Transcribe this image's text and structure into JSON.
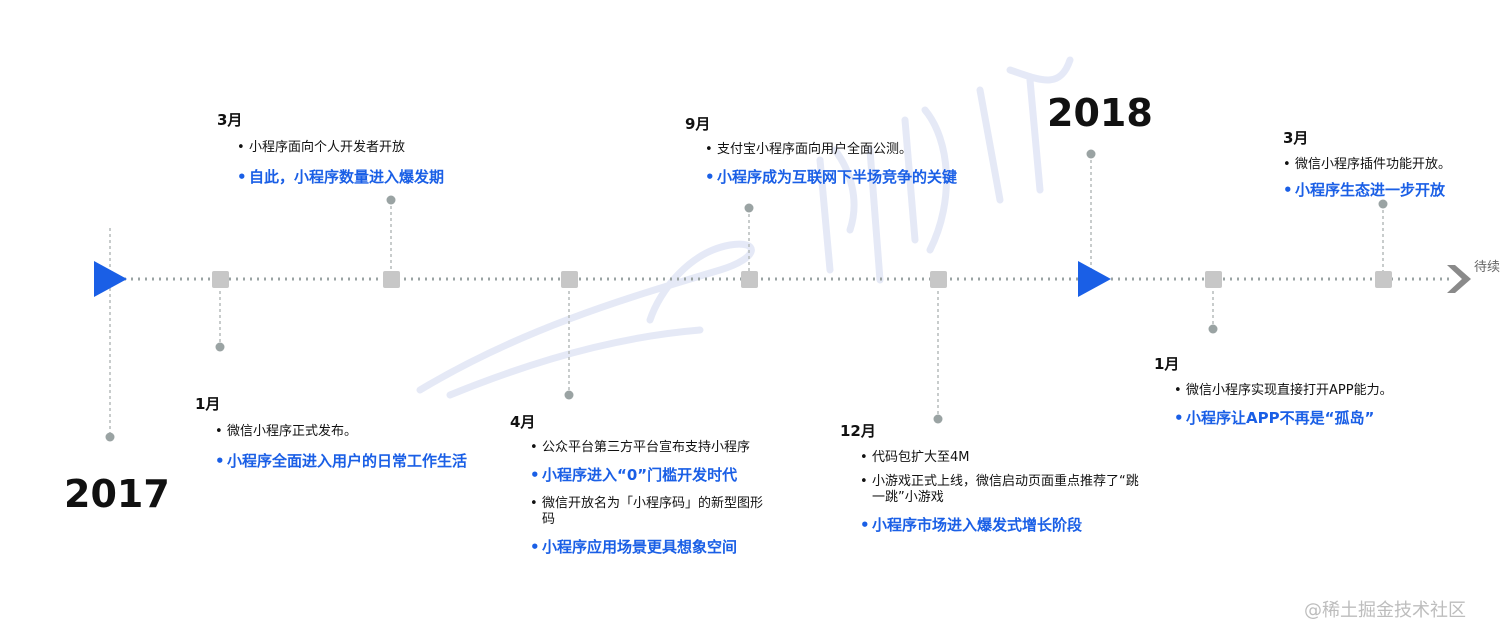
{
  "timeline": {
    "accent_color": "#1a5fe6",
    "line_color": "#9aa3a3",
    "node_color": "#c7c7c7",
    "to_be_continued": "待续"
  },
  "years": [
    "2017",
    "2018"
  ],
  "events": [
    {
      "month": "1月",
      "bullets": [
        {
          "text": "微信小程序正式发布。",
          "highlight": false
        },
        {
          "text": "小程序全面进入用户的日常工作生活",
          "highlight": true
        }
      ]
    },
    {
      "month": "3月",
      "bullets": [
        {
          "text": "小程序面向个人开发者开放",
          "highlight": false
        },
        {
          "text": "自此，小程序数量进入爆发期",
          "highlight": true
        }
      ]
    },
    {
      "month": "4月",
      "bullets": [
        {
          "text": "公众平台第三方平台宣布支持小程序",
          "highlight": false
        },
        {
          "text": "小程序进入“0”门槛开发时代",
          "highlight": true
        },
        {
          "text": "微信开放名为「小程序码」的新型图形码",
          "highlight": false
        },
        {
          "text": "小程序应用场景更具想象空间",
          "highlight": true
        }
      ]
    },
    {
      "month": "9月",
      "bullets": [
        {
          "text": "支付宝小程序面向用户全面公测。",
          "highlight": false
        },
        {
          "text": "小程序成为互联网下半场竞争的关键",
          "highlight": true
        }
      ]
    },
    {
      "month": "12月",
      "bullets": [
        {
          "text": "代码包扩大至4M",
          "highlight": false
        },
        {
          "text": "小游戏正式上线，微信启动页面重点推荐了“跳一跳”小游戏",
          "highlight": false
        },
        {
          "text": "小程序市场进入爆发式增长阶段",
          "highlight": true
        }
      ]
    },
    {
      "month": "1月",
      "bullets": [
        {
          "text": "微信小程序实现直接打开APP能力。",
          "highlight": false
        },
        {
          "text": "小程序让APP不再是“孤岛”",
          "highlight": true
        }
      ]
    },
    {
      "month": "3月",
      "bullets": [
        {
          "text": "微信小程序插件功能开放。",
          "highlight": false
        },
        {
          "text": "小程序生态进一步开放",
          "highlight": true
        }
      ]
    }
  ],
  "footer": {
    "credit": "@稀土掘金技术社区"
  }
}
